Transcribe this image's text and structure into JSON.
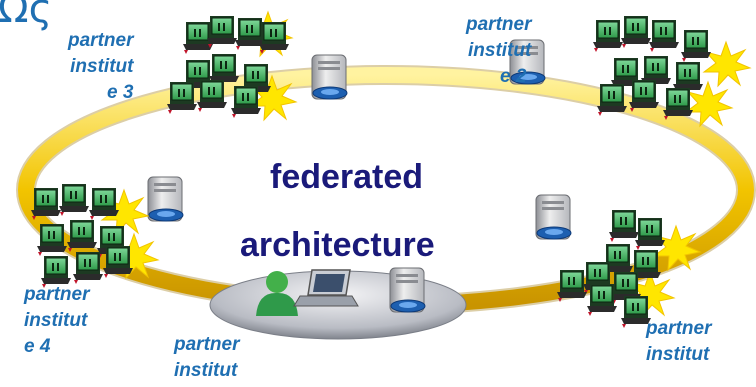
{
  "heading_fragment": "Ως",
  "center_label": {
    "line1": "federated",
    "line2": "architecture"
  },
  "partners": [
    {
      "id": "p3",
      "lines": [
        "partner",
        "institut",
        "e 3"
      ]
    },
    {
      "id": "p2",
      "lines": [
        "partner",
        "institut",
        "e 2"
      ]
    },
    {
      "id": "p4",
      "lines": [
        "partner",
        "institut",
        "e 4"
      ]
    },
    {
      "id": "p1",
      "lines": [
        "partner",
        "institut"
      ]
    },
    {
      "id": "p5",
      "lines": [
        "partner",
        "institut"
      ]
    }
  ],
  "colors": {
    "ring": "#f2c400",
    "label_blue": "#1f6fb2",
    "center_text": "#1a1a7a",
    "terminal_green": "#2f9a4a",
    "burst": "#ffe600"
  },
  "icons": [
    "server-icon",
    "terminal-stack-icon",
    "laptop-icon",
    "user-icon",
    "starburst-icon"
  ]
}
